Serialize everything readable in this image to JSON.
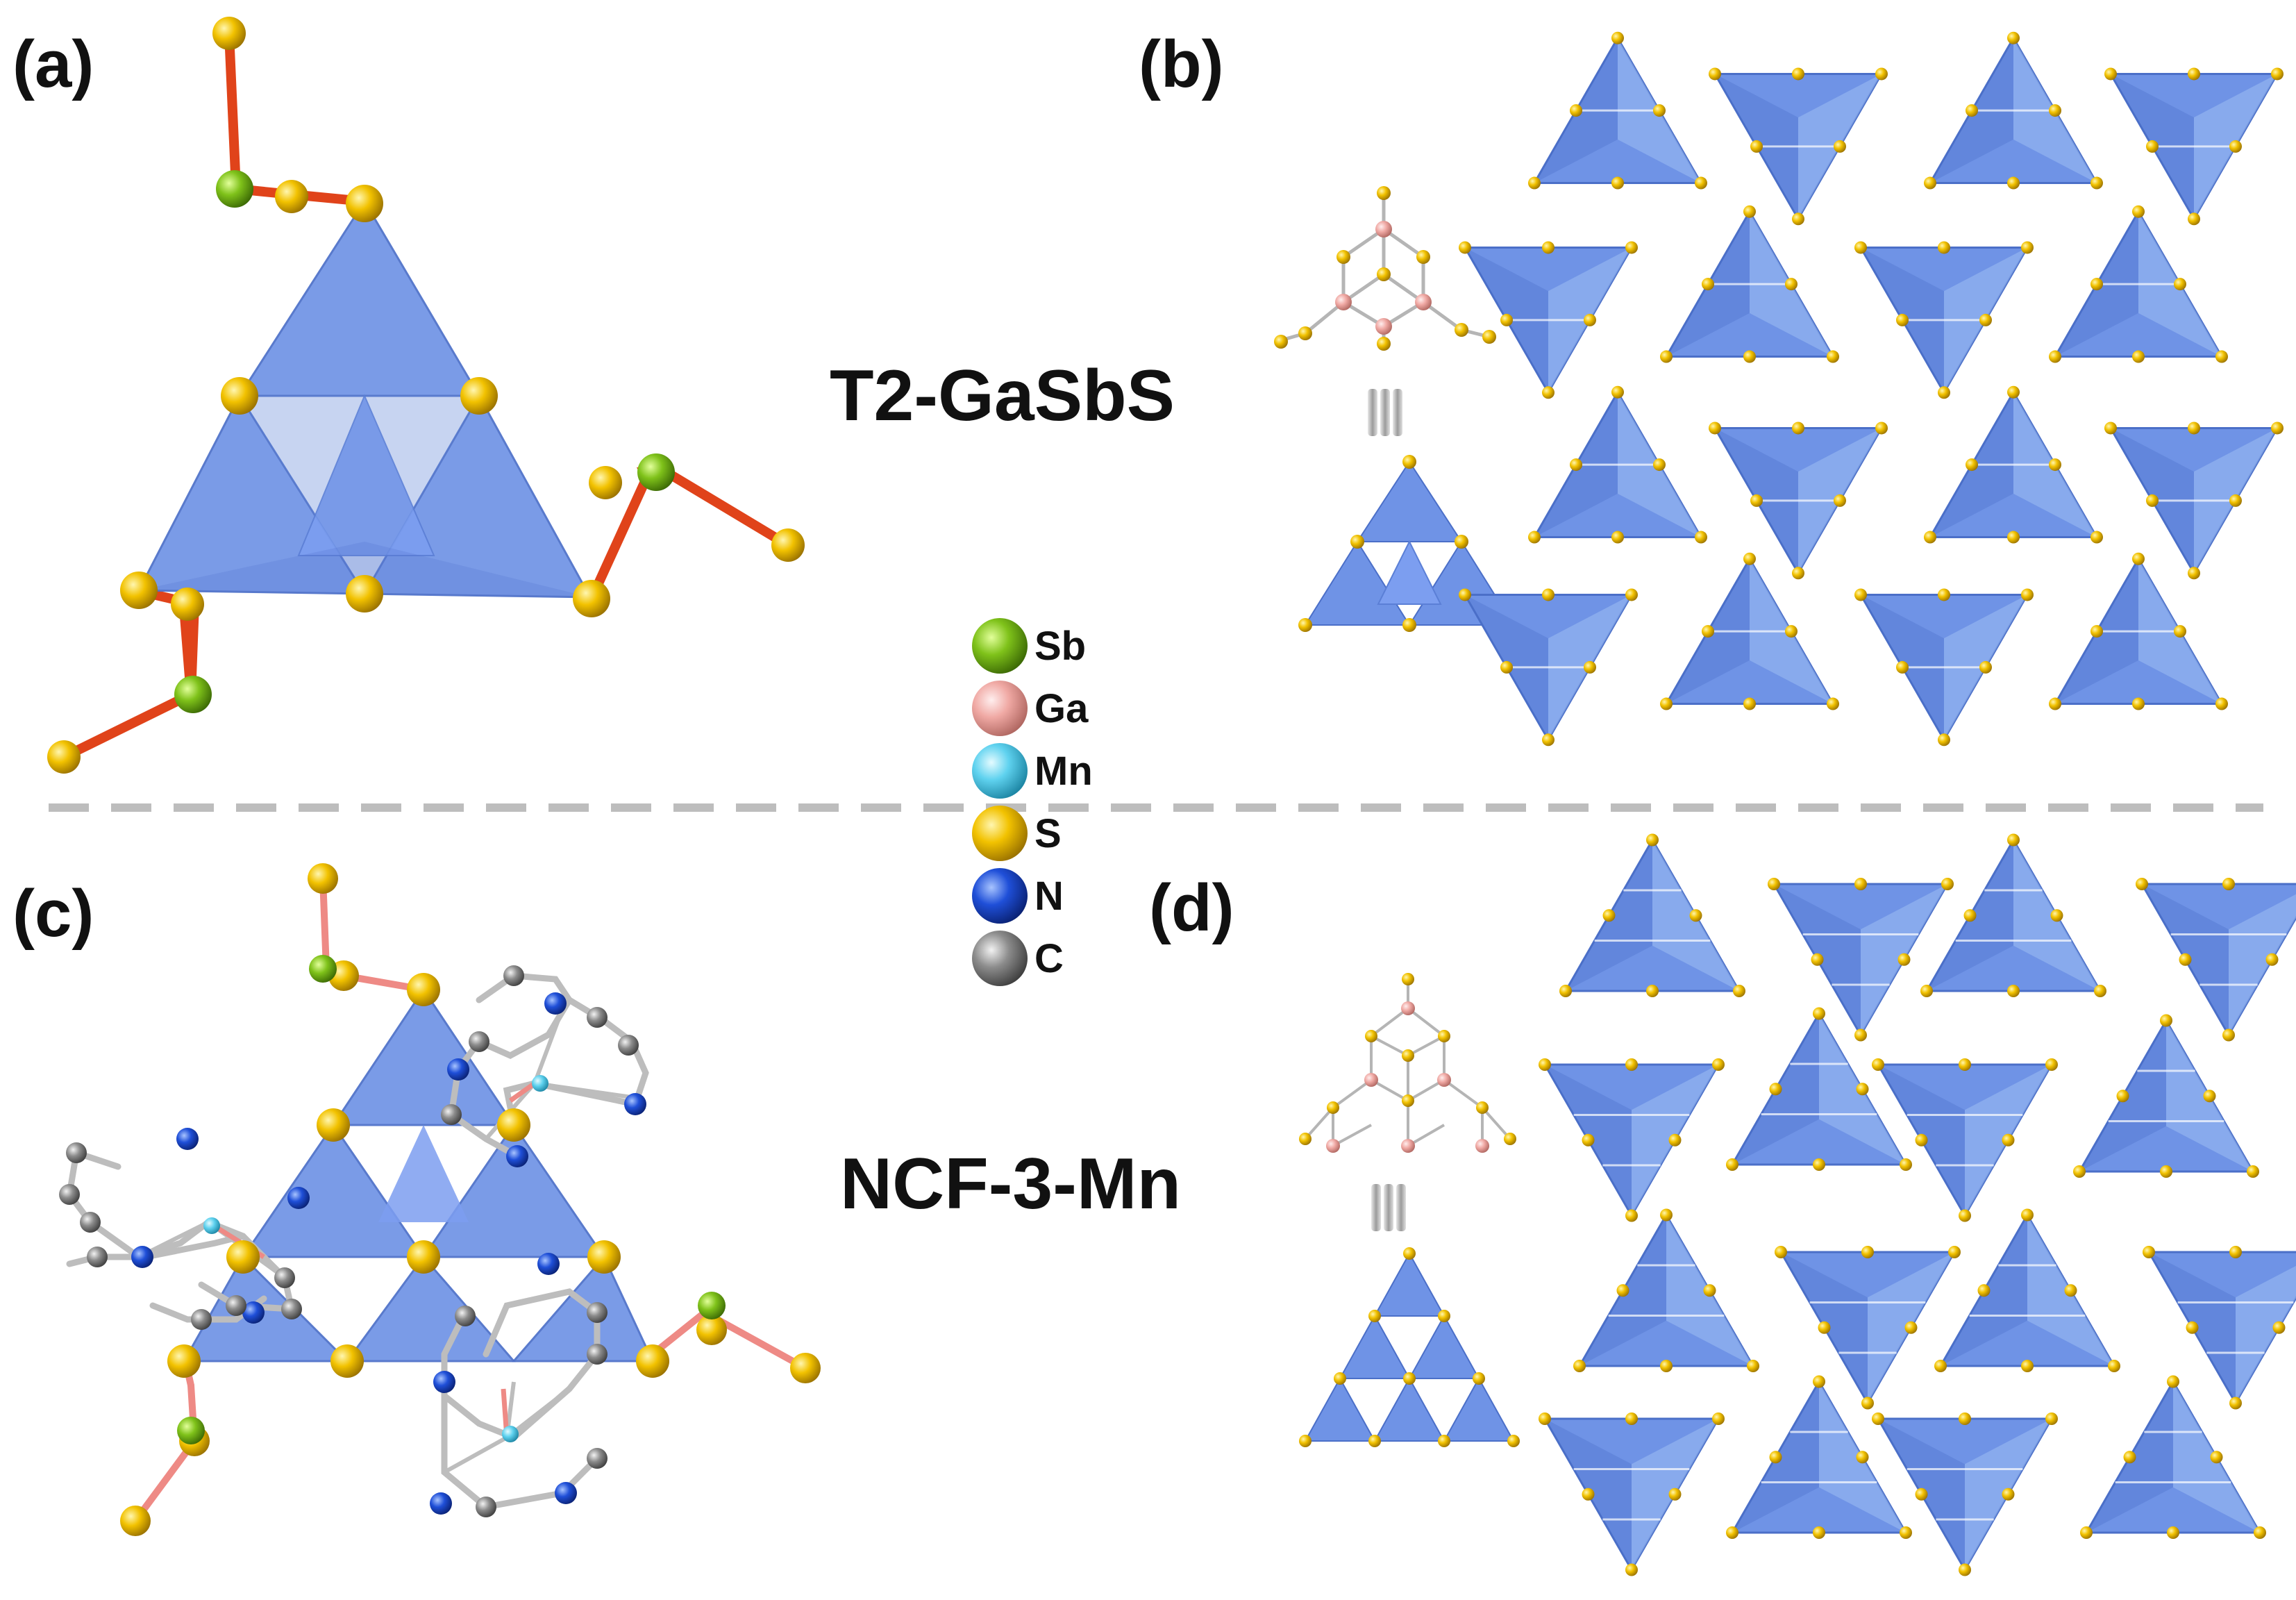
{
  "panels": {
    "a": "(a)",
    "b": "(b)",
    "c": "(c)",
    "d": "(d)"
  },
  "compounds": {
    "top": "T2-GaSbS",
    "bottom": "NCF-3-Mn"
  },
  "legend": [
    {
      "symbol": "Sb",
      "color": "#7fc21a"
    },
    {
      "symbol": "Ga",
      "color": "#f0a9a4"
    },
    {
      "symbol": "Mn",
      "color": "#5fd2ef"
    },
    {
      "symbol": "S",
      "color": "#f2c200"
    },
    {
      "symbol": "N",
      "color": "#1f4fd8"
    },
    {
      "symbol": "C",
      "color": "#8c8c8c"
    }
  ],
  "colors": {
    "tetrahedron": "#6f93e6",
    "tetrahedron_dark": "#4b6fc8",
    "tetrahedron_light": "#9dbdf2",
    "sb_bond": "#e0431a",
    "sb_bond_light": "#ee8a85",
    "divider": "#bdbdbd"
  }
}
